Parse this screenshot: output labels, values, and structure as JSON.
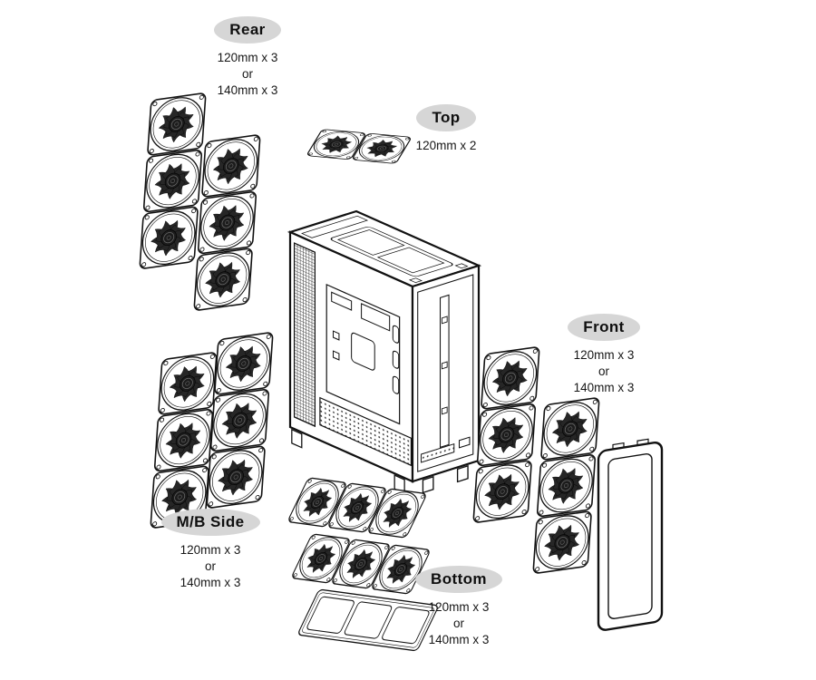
{
  "labels": {
    "rear": {
      "title": "Rear",
      "specs": [
        "120mm x 3",
        "or",
        "140mm x 3"
      ]
    },
    "top": {
      "title": "Top",
      "specs": [
        "120mm x 2"
      ]
    },
    "front": {
      "title": "Front",
      "specs": [
        "120mm x 3",
        "or",
        "140mm x 3"
      ]
    },
    "mb_side": {
      "title": "M/B Side",
      "specs": [
        "120mm x 3",
        "or",
        "140mm x 3"
      ]
    },
    "bottom": {
      "title": "Bottom",
      "specs": [
        "120mm x 3",
        "or",
        "140mm x 3"
      ]
    }
  },
  "colors": {
    "label_bg": "#d6d6d6",
    "line": "#111111"
  }
}
